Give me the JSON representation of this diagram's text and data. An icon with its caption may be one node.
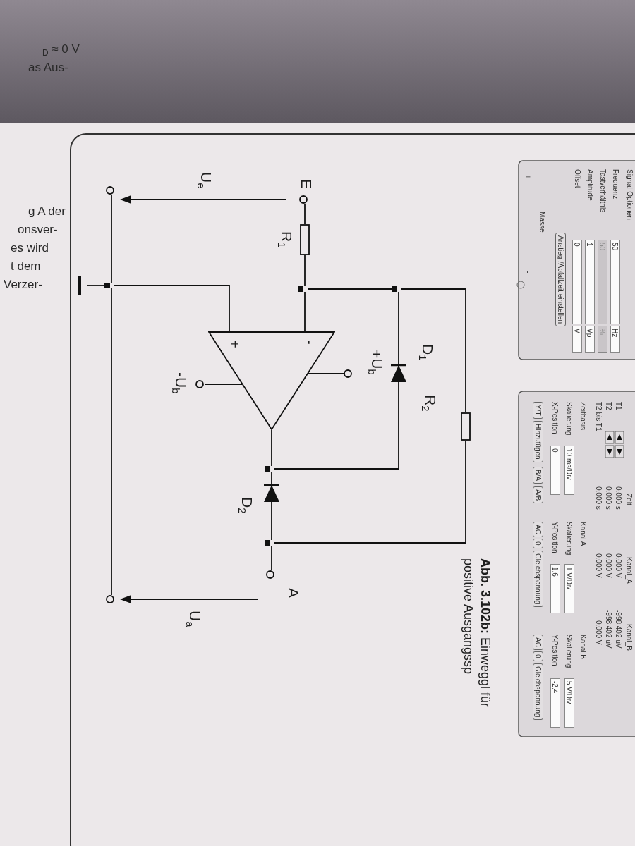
{
  "diagram": {
    "caption": "**Abb. 3.102b:** Einweggl für positive Ausgangssp",
    "nodes": [
      {
        "text": [],
        "shape": "circle",
        "beside": [
          "E"
        ]
      },
      {
        "text": [],
        "shape": "box",
        "beside": [
          "R$_{1}$"
        ]
      },
      {
        "text": [],
        "shape": "circle"
      },
      {
        "text": [],
        "shape": "circle"
      },
      {
        "text": [],
        "shape": "diode",
        "beside": [
          "D$_{1}$"
        ]
      },
      {
        "text": [],
        "shape": "box",
        "beside": [
          "R$_{2}$"
        ]
      },
      {
        "text": [
          "-",
          "+"
        ]
      },
      {
        "text": [],
        "shape": "circle",
        "beside": [
          "+U$_{b}$"
        ]
      },
      {
        "text": [],
        "shape": "circle",
        "beside": [
          "-U$_{b}$"
        ]
      },
      {
        "text": [],
        "shape": "circle"
      },
      {
        "text": [],
        "shape": "diode",
        "beside": [
          "D$_{2}$"
        ]
      },
      {
        "text": [],
        "shape": "circle"
      },
      {
        "text": [],
        "shape": "circle",
        "beside": [
          "A"
        ]
      },
      {
        "text": [],
        "shape": "circle"
      },
      {
        "text": [],
        "shape": "circle"
      },
      {
        "text": [],
        "shape": "bar"
      },
      {
        "text": [],
        "shape": "circle"
      }
    ],
    "edges": [
      {
        "from": 0,
        "to": 1,
        "arrow": "none"
      },
      {
        "from": 1,
        "to": 2,
        "arrow": "none"
      },
      {
        "from": 2,
        "to": 6,
        "arrow": "none"
      },
      {
        "from": 2,
        "to": 3,
        "arrow": "none"
      },
      {
        "from": 3,
        "to": 4,
        "arrow": "none"
      },
      {
        "from": 4,
        "to": 9,
        "arrow": "none"
      },
      {
        "from": 3,
        "to": 5,
        "arrow": "none"
      },
      {
        "from": 5,
        "to": 11,
        "arrow": "none"
      },
      {
        "from": 6,
        "to": 9,
        "arrow": "none"
      },
      {
        "from": 9,
        "to": 10,
        "arrow": "none"
      },
      {
        "from": 10,
        "to": 11,
        "arrow": "none"
      },
      {
        "from": 11,
        "to": 12,
        "arrow": "none"
      },
      {
        "from": 6,
        "to": 14,
        "arrow": "none"
      },
      {
        "from": 7,
        "to": 6,
        "arrow": "none"
      },
      {
        "from": 8,
        "to": 6,
        "arrow": "none"
      },
      {
        "from": 13,
        "to": 14,
        "arrow": "none"
      },
      {
        "from": 14,
        "to": 16,
        "arrow": "none"
      },
      {
        "from": 14,
        "to": 15,
        "arrow": "none"
      }
    ],
    "labels": [
      "Signal-Optionen",
      "Frequenz",
      "50",
      "Hz",
      "Tastverhältnis",
      "50",
      "%",
      "Amplitude",
      "1",
      "Vp",
      "Offset",
      "0",
      "V",
      "Anstieg-/Abfallzeit einstellen",
      "Masse",
      "+",
      "-",
      "T1",
      "T2",
      "T2 bis T1",
      "Zeit",
      "0.000 s",
      "0.000 s",
      "0.000 s",
      "Kanal_A",
      "0.000 V",
      "0.000 V",
      "0.000 V",
      "Kanal_B",
      "-998.402 uV",
      "-998.402 uV",
      "0.000 V",
      "Zeitbasis",
      "Skalierung",
      "10 ms/Div",
      "X-Position",
      "0",
      "Y/T",
      "Hinzufügen",
      "B/A",
      "A/B",
      "Kanal A",
      "Skalierung",
      "1 V/Div",
      "Y-Position",
      "1.6",
      "AC",
      "0",
      "Gleichspannung",
      "Kanal B",
      "Skalierung",
      "5 V/Div",
      "Y-Position",
      "-2.4",
      "AC",
      "0",
      "Gleichspannung",
      "U$_{e}$",
      "U$_{a}$",
      "$_{D}$ ≈ 0 V",
      "as Aus-",
      "g A der",
      "onsver-",
      "es wird",
      "t dem",
      "Verzer-"
    ]
  }
}
